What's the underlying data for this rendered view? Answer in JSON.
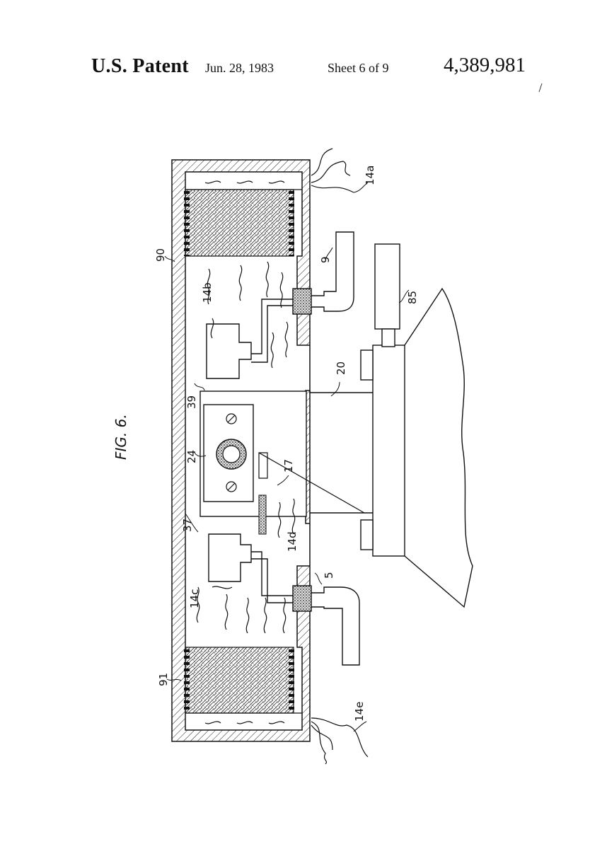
{
  "header": {
    "patent": "U.S. Patent",
    "date": "Jun. 28, 1983",
    "sheet": "Sheet 6 of 9",
    "number": "4,389,981"
  },
  "figure": {
    "title": "FIG. 6.",
    "labels": {
      "l90": "90",
      "l91": "91",
      "l9": "9",
      "l85": "85",
      "l20": "20",
      "l39": "39",
      "l24": "24",
      "l17": "17",
      "l37": "37",
      "l5": "5",
      "l14a": "14a",
      "l14b": "14b",
      "l14c": "14c",
      "l14d": "14d",
      "l14e": "14e"
    }
  }
}
